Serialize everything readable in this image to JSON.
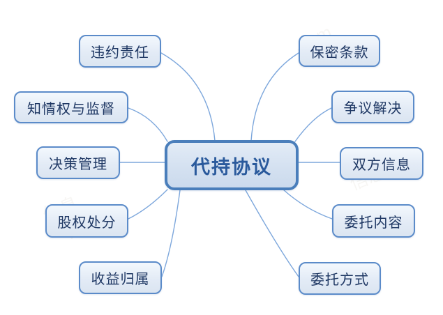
{
  "diagram": {
    "type": "mindmap",
    "center": {
      "label": "代持协议"
    },
    "left_branches": [
      {
        "label": "违约责任"
      },
      {
        "label": "知情权与监督"
      },
      {
        "label": "决策管理"
      },
      {
        "label": "股权处分"
      },
      {
        "label": "收益归属"
      }
    ],
    "right_branches": [
      {
        "label": "保密条款"
      },
      {
        "label": "争议解决"
      },
      {
        "label": "双方信息"
      },
      {
        "label": "委托内容"
      },
      {
        "label": "委托方式"
      }
    ],
    "colors": {
      "center_border": "#4a7ebb",
      "center_fill": "#d3e0f0",
      "center_text": "#2a5a9c",
      "branch_border": "#5b8bc9",
      "branch_fill": "#e3ebf6",
      "branch_text": "#1f3864",
      "connector": "#7da7dc",
      "background": "#ffffff"
    },
    "watermark_fragments": [
      {
        "text": "信息"
      },
      {
        "text": ".com"
      },
      {
        "text": "信息.com"
      }
    ]
  }
}
